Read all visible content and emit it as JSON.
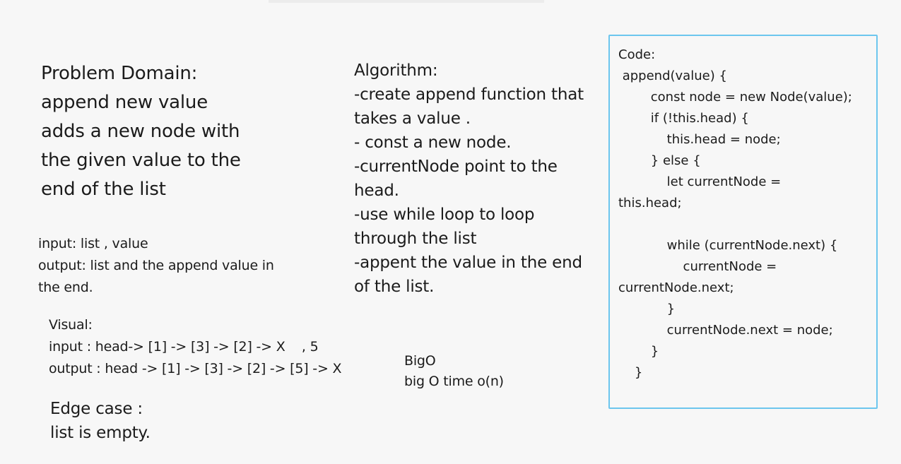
{
  "problem_domain": "Problem Domain:\nappend new value\nadds a new node with\nthe given value to the\nend of the list",
  "io": "input: list , value\noutput: list and the append value in\nthe end.",
  "visual": "Visual:\ninput : head-> [1] -> [3] -> [2] -> X    , 5\noutput : head -> [1] -> [3] -> [2] -> [5] -> X",
  "edge_case": "Edge case :\nlist is empty.",
  "big_o": "BigO\nbig O time o(n)",
  "algorithm": "Algorithm:\n-create append function that\ntakes a value .\n- const a new node.\n-currentNode point to the\nhead.\n-use while loop to loop\nthrough the list\n-appent the value in the end\nof the list.",
  "code": "Code:\n append(value) {\n        const node = new Node(value);\n        if (!this.head) {\n            this.head = node;\n        } else {\n            let currentNode =\nthis.head;\n\n            while (currentNode.next) {\n                currentNode =\ncurrentNode.next;\n            }\n            currentNode.next = node;\n        }\n    }"
}
